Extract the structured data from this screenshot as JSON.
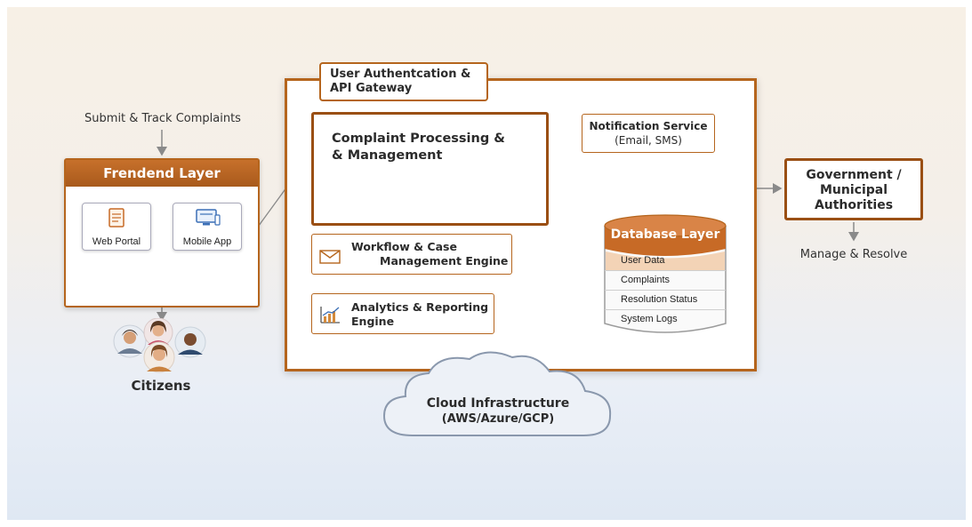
{
  "top_label": "Submit & Track Complaints",
  "frontend": {
    "title": "Frendend Layer",
    "apps": [
      "Web Portal",
      "Mobile App"
    ]
  },
  "citizens_label": "Citizens",
  "gateway_label_line1": "User Authentcation &",
  "gateway_label_line2": "API Gateway",
  "complaint_processing": {
    "line1": "Complaint Processing &",
    "line2": "& Management"
  },
  "notification": {
    "line1": "Notification Service",
    "line2": "(Email, SMS)"
  },
  "workflow": {
    "line1": "Workflow & Case",
    "line2": "Management Engine"
  },
  "analytics": {
    "line1": "Analytics & Reporting",
    "line2": "Engine"
  },
  "database": {
    "title": "Database Layer",
    "rows": [
      "User Data",
      "Complaints",
      "Resolution Status",
      "System Logs"
    ]
  },
  "government": {
    "line1": "Government /",
    "line2": "Municipal",
    "line3": "Authorities"
  },
  "manage_label": "Manage & Resolve",
  "cloud": {
    "line1": "Cloud Infrastructure",
    "line2": "(AWS/Azure/GCP)"
  },
  "colors": {
    "accent": "#b5651d",
    "accent_dark": "#9a4f14",
    "db_header": "#c76a26",
    "db_highlight": "#f3d3b6"
  }
}
